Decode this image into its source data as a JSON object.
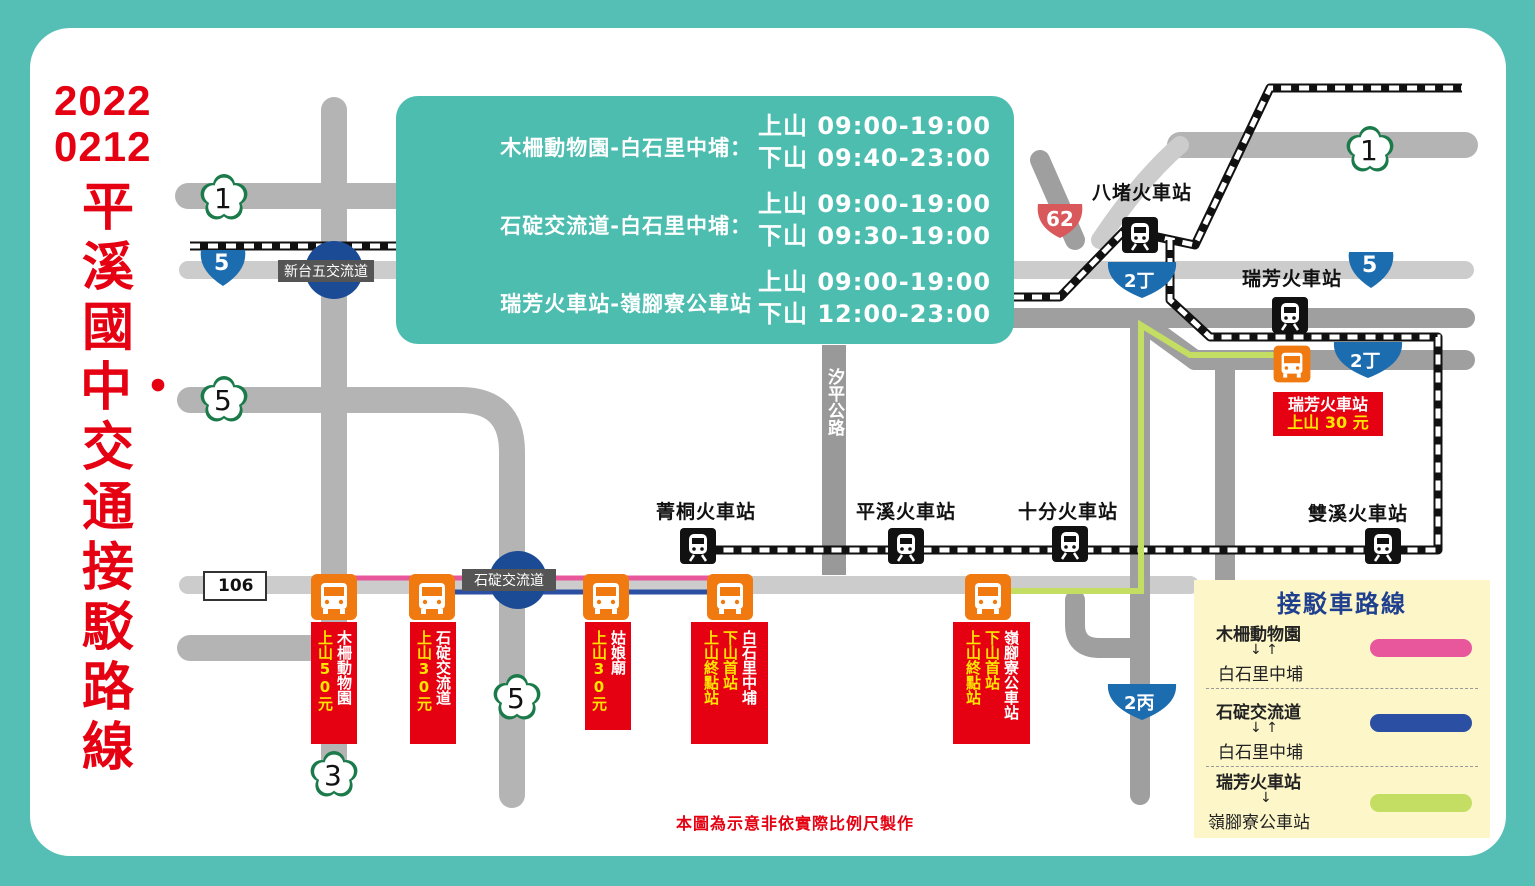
{
  "date": {
    "year": "2022",
    "md": "0212"
  },
  "title": "平溪國中・交通接駁路線",
  "schedule": [
    {
      "route": "木柵動物園-白石里中埔：",
      "up": "上山 09:00-19:00",
      "down": "下山 09:40-23:00"
    },
    {
      "route": "石碇交流道-白石里中埔：",
      "up": "上山 09:00-19:00",
      "down": "下山 09:30-19:00"
    },
    {
      "route": "瑞芳火車站-嶺腳寮公車站",
      "up": "上山 09:00-19:00",
      "down": "下山 12:00-23:00"
    }
  ],
  "highways": {
    "h1_left": "1",
    "h1_right": "1",
    "h5_a": "5",
    "h5_b": "5",
    "h3": "3",
    "pv5_left": "5",
    "pv5_right": "5",
    "c62": "62",
    "c106": "106",
    "p2ding_a": "2丁",
    "p2ding_b": "2丁",
    "p2bing": "2丙"
  },
  "interchanges": {
    "xintai5": "新台五交流道",
    "shiding": "石碇交流道"
  },
  "road_xiping": "汐平公路",
  "stations": {
    "badu": "八堵火車站",
    "ruifang": "瑞芳火車站",
    "jingtong": "菁桐火車站",
    "pingxi": "平溪火車站",
    "shifen": "十分火車站",
    "shuangxi": "雙溪火車站"
  },
  "ruifang_stop": {
    "name": "瑞芳火車站",
    "fare": "上山 30 元"
  },
  "bus_stops": [
    {
      "name": "木柵動物園",
      "fare": "上山50元"
    },
    {
      "name": "石碇交流道",
      "fare": "上山30元"
    },
    {
      "name": "姑娘廟",
      "fare": "上山30元"
    },
    {
      "name": "白石里中埔",
      "a": "下山首站",
      "b": "上山終點站"
    },
    {
      "name": "嶺腳寮公車站",
      "a": "下山首站",
      "b": "上山終點站"
    }
  ],
  "legend": {
    "title": "接駁車路線",
    "r1_from": "木柵動物園",
    "r1_to": "白石里中埔",
    "r2_from": "石碇交流道",
    "r2_to": "白石里中埔",
    "r3_from": "瑞芳火車站",
    "r3_to": "嶺腳寮公車站",
    "colors": {
      "r1": "#e8579b",
      "r2": "#2b4fa2",
      "r3": "#c3de62"
    }
  },
  "note": "本圖為示意非依實際比例尺製作"
}
